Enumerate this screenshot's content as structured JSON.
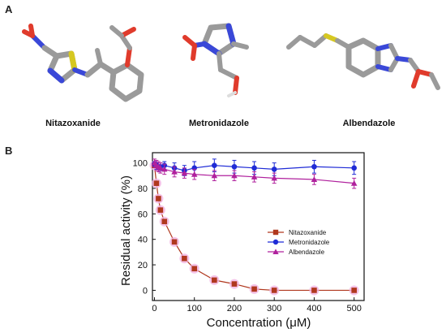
{
  "panels": {
    "a": "A",
    "b": "B"
  },
  "molecules": [
    {
      "name": "Nitazoxanide"
    },
    {
      "name": "Metronidazole"
    },
    {
      "name": "Albendazole"
    }
  ],
  "chart_data": {
    "type": "line",
    "xlabel": "Concentration (μM)",
    "ylabel": "Residual activity (%)",
    "xlim": [
      -5,
      525
    ],
    "ylim": [
      -8,
      108
    ],
    "xticks": [
      0,
      100,
      200,
      300,
      400,
      500
    ],
    "yticks": [
      0,
      20,
      40,
      60,
      80,
      100
    ],
    "legend_position": "center-right",
    "series": [
      {
        "name": "Nitazoxanide",
        "color": "#b0381e",
        "marker": "square",
        "x": [
          0,
          5,
          10,
          15,
          25,
          50,
          75,
          100,
          150,
          200,
          250,
          300,
          400,
          500
        ],
        "y": [
          98,
          84,
          72,
          63,
          54,
          38,
          25,
          17,
          8,
          5,
          1,
          0,
          0,
          0
        ]
      },
      {
        "name": "Metronidazole",
        "color": "#1f2bd6",
        "marker": "circle",
        "x": [
          0,
          5,
          10,
          15,
          25,
          50,
          75,
          100,
          150,
          200,
          250,
          300,
          400,
          500
        ],
        "y": [
          99,
          98,
          97,
          97,
          98,
          96,
          94,
          96,
          98,
          97,
          96,
          95,
          97,
          96
        ],
        "err": [
          2,
          3,
          3,
          3,
          3,
          4,
          4,
          5,
          5,
          5,
          5,
          5,
          5,
          5
        ]
      },
      {
        "name": "Albendazole",
        "color": "#b0219d",
        "marker": "triangle",
        "x": [
          0,
          5,
          10,
          15,
          25,
          50,
          75,
          100,
          150,
          200,
          250,
          300,
          400,
          500
        ],
        "y": [
          100,
          98,
          97,
          96,
          95,
          93,
          92,
          91,
          90,
          90,
          89,
          88,
          87,
          84
        ],
        "err": [
          3,
          4,
          4,
          4,
          4,
          4,
          4,
          4,
          4,
          4,
          4,
          4,
          4,
          4
        ]
      }
    ]
  }
}
